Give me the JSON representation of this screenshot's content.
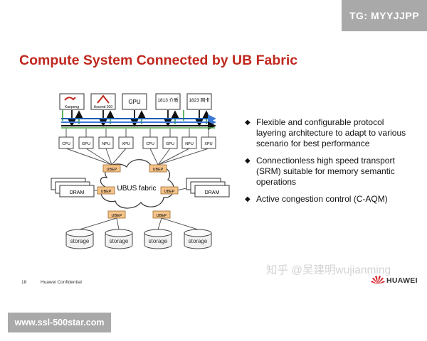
{
  "watermark_tag": "TG: MYYJJPP",
  "watermark_site": "www.ssl-500star.com",
  "watermark_zhihu": "知乎 @吴建明wujianming",
  "title": "Compute System Connected by UB Fabric",
  "diagram": {
    "top_chips": [
      "Kunpeng",
      "Ascend 910",
      "GPU",
      "1813 介质",
      "1823 网卡"
    ],
    "procs_left": [
      "CPU",
      "GPU",
      "NPU",
      "XPU"
    ],
    "procs_right": [
      "CPU",
      "GPU",
      "NPU",
      "XPU"
    ],
    "ubep": "UBEP",
    "dram": "DRAM",
    "fabric_label": "UBUS fabric",
    "storage": "storage"
  },
  "bullets": [
    "Flexible and configurable protocol layering architecture to adapt to various scenario for best performance",
    "Connectionless high speed transport (SRM) suitable for memory semantic operations",
    "Active congestion control (C-AQM)"
  ],
  "footer": {
    "page": "18",
    "confidential": "Huawei Confidential"
  },
  "brand": "HUAWEI",
  "colors": {
    "title": "#c0281e",
    "ubep": "#f5c48a",
    "blue_bus": "#3a78d6",
    "green_arrow": "#4caf50"
  }
}
